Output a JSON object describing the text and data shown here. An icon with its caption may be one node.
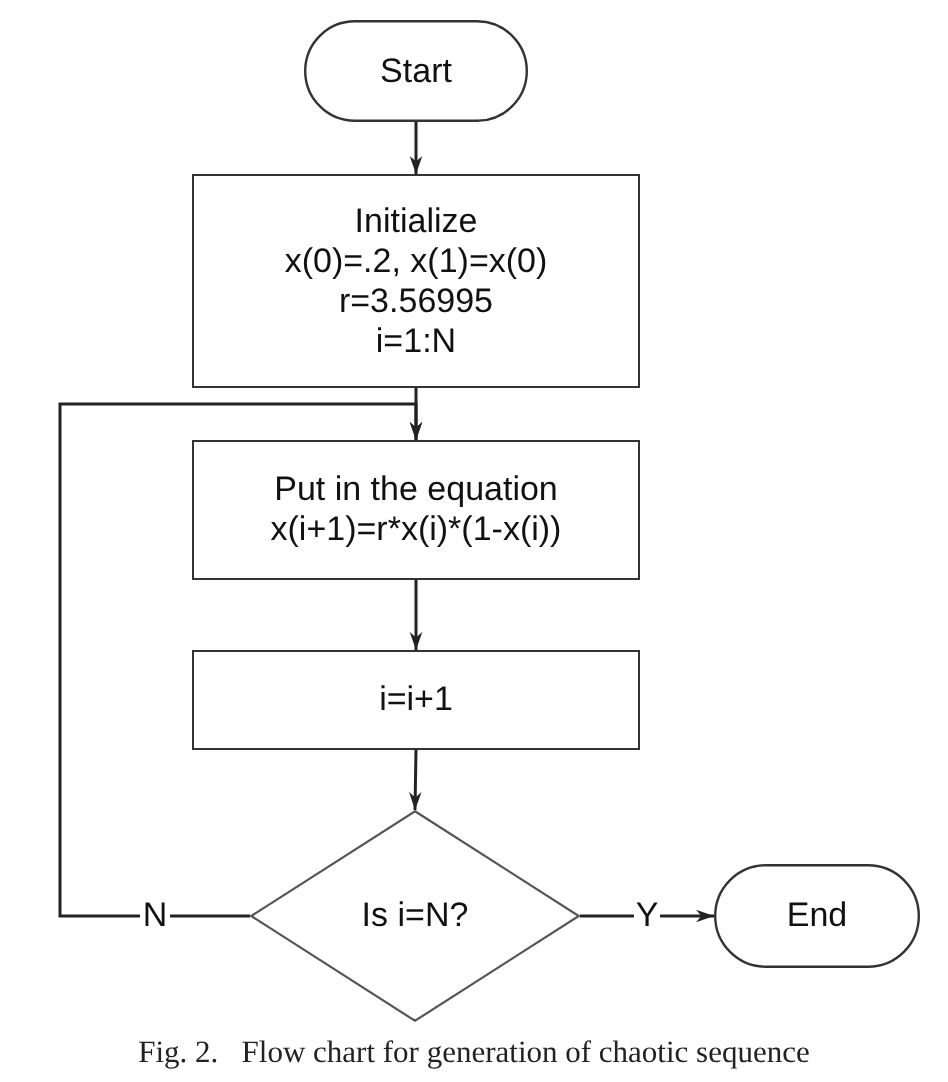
{
  "diagram": {
    "caption": "Fig. 2.   Flow chart for generation of chaotic sequence",
    "nodes": [
      {
        "text": [
          "Start"
        ]
      },
      {
        "text": [
          "Initialize",
          "x(0)=.2, x(1)=x(0)",
          "r=3.56995",
          "i=1:N"
        ]
      },
      {
        "text": [
          "Put in the equation",
          "x(i+1)=r*x(i)*(1-x(i))"
        ]
      },
      {
        "text": [
          "i=i+1"
        ]
      },
      {
        "text": [
          "Is i=N?"
        ]
      },
      {
        "text": [
          "End"
        ]
      }
    ],
    "edges": [
      {
        "from": 0,
        "to": 1,
        "arrow": "to"
      },
      {
        "from": 1,
        "to": 2,
        "arrow": "to"
      },
      {
        "from": 2,
        "to": 3,
        "arrow": "to"
      },
      {
        "from": 3,
        "to": 4,
        "arrow": "to"
      },
      {
        "from": 4,
        "to": 5,
        "arrow": "to",
        "label": "Y"
      },
      {
        "from": 4,
        "to": 2,
        "arrow": "to",
        "label": "N"
      }
    ]
  }
}
